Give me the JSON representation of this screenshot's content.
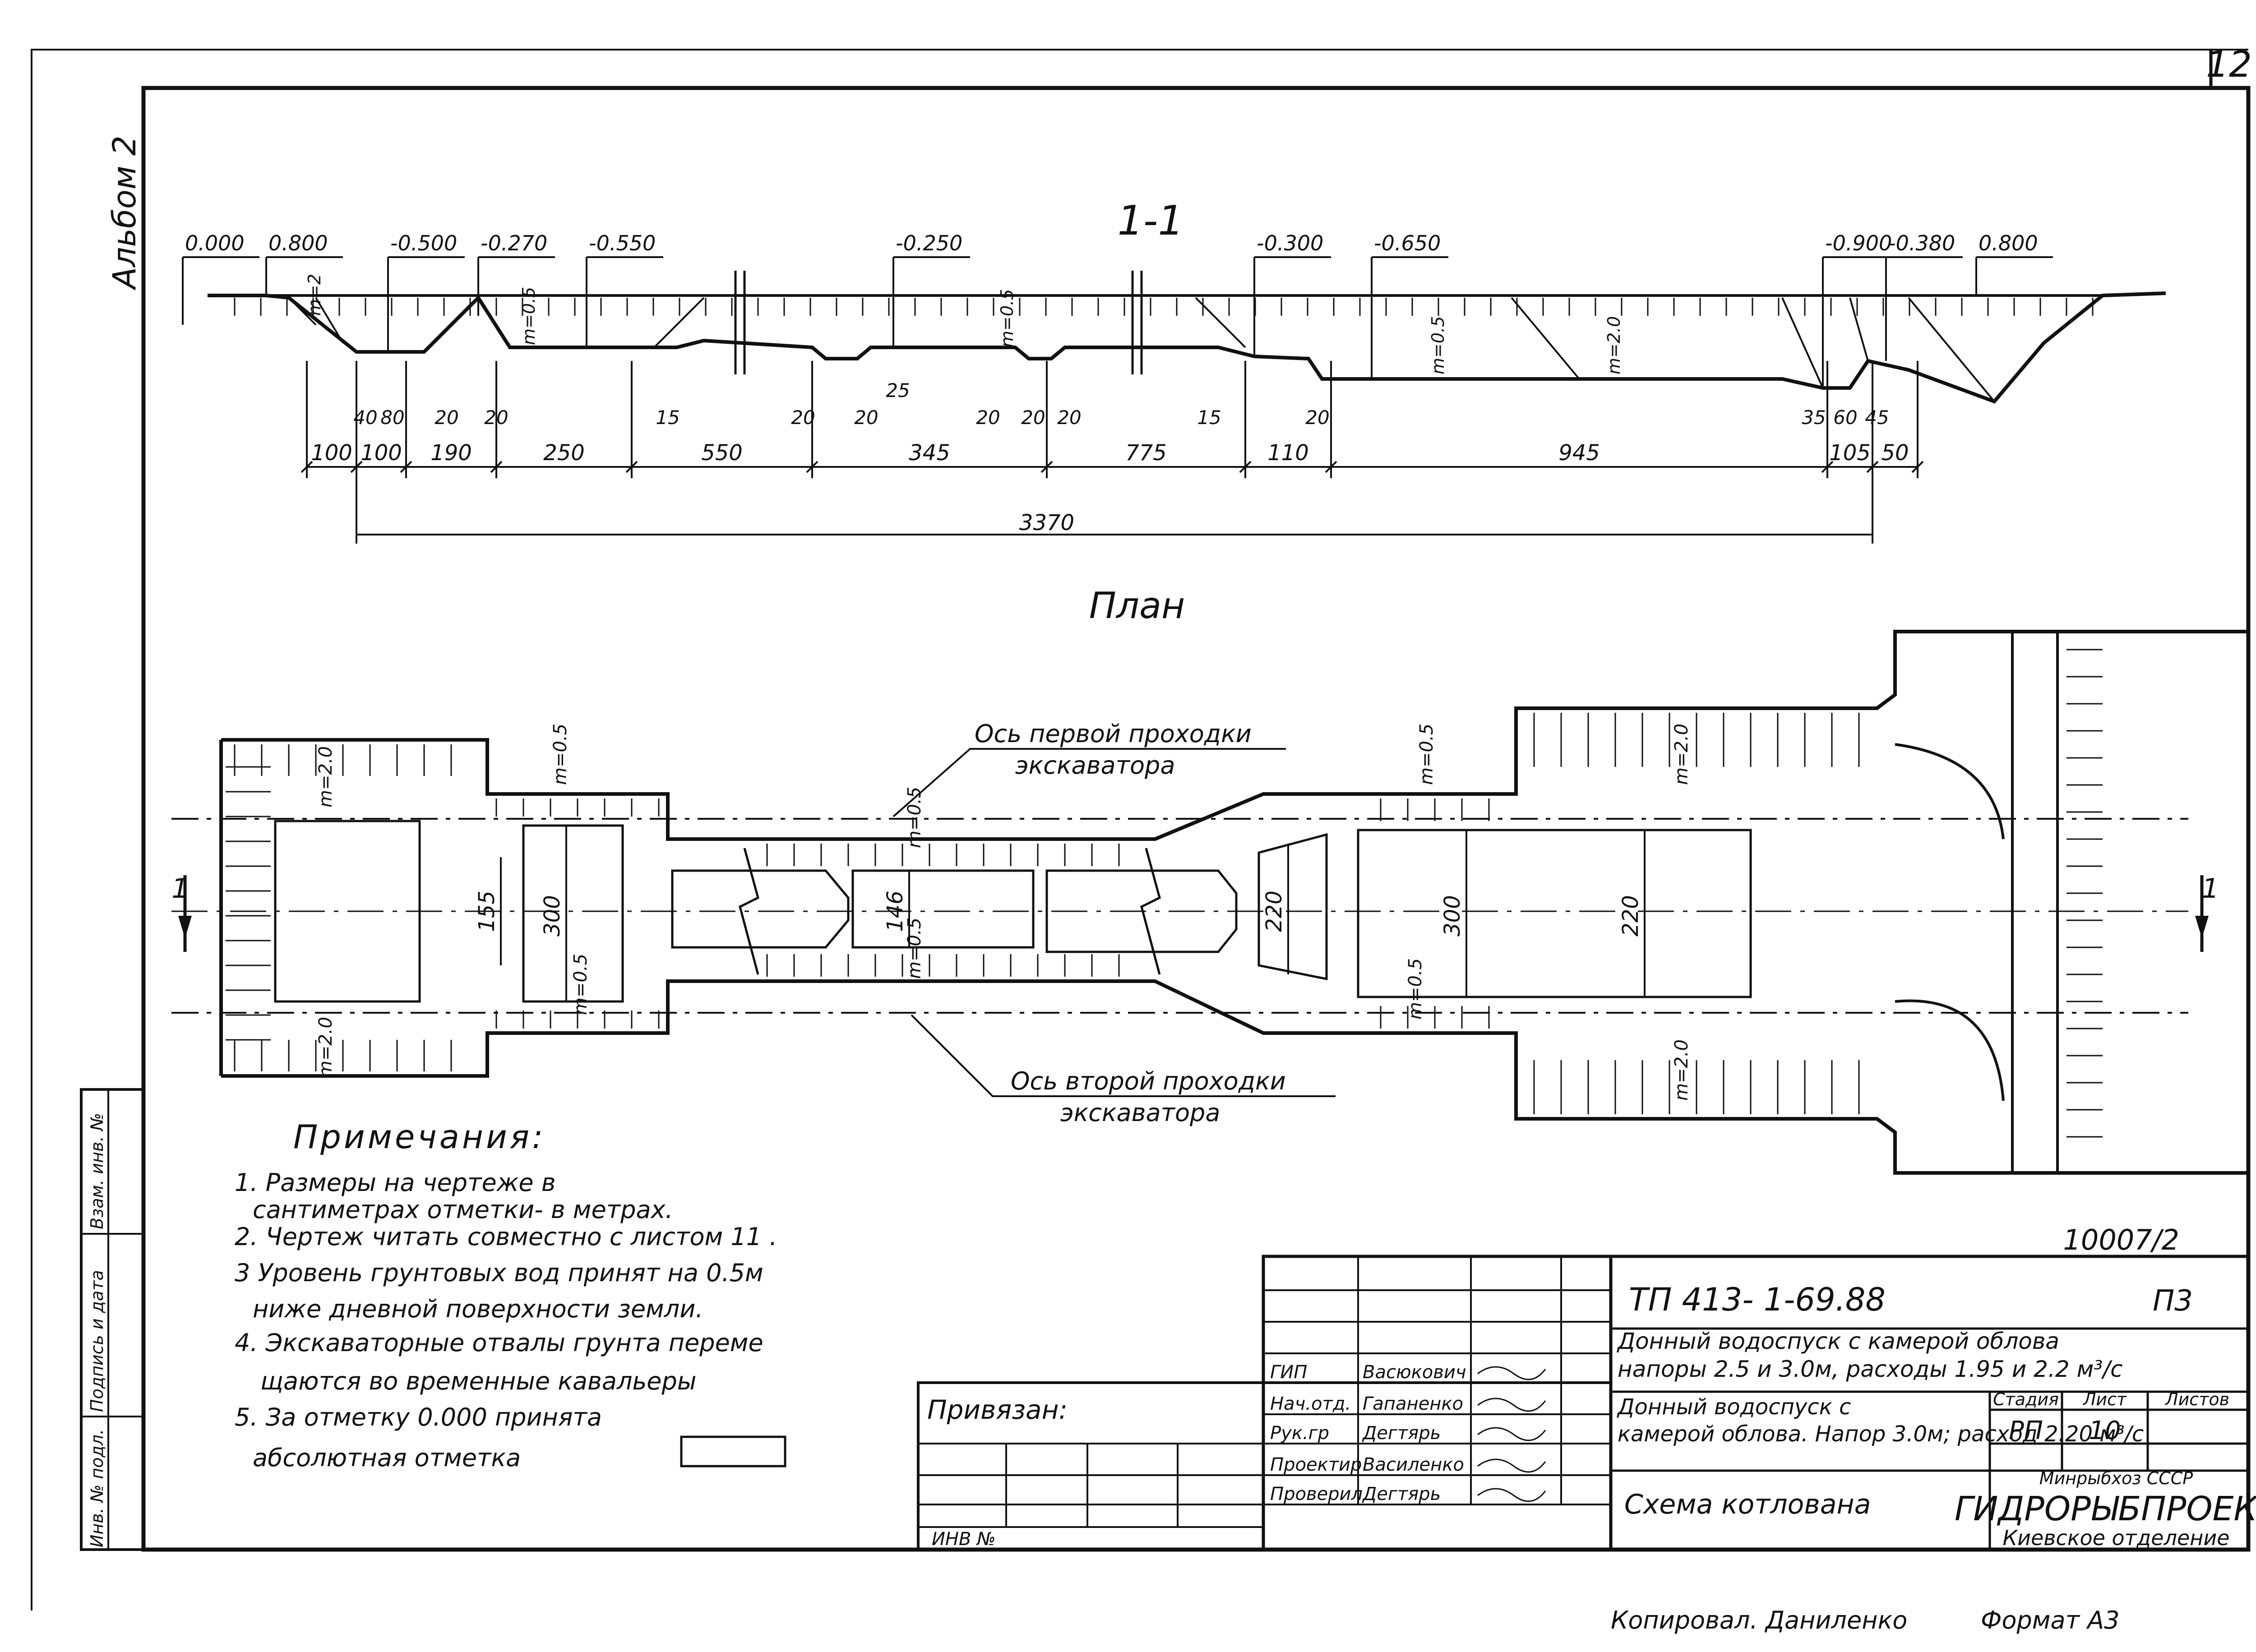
{
  "sheet": {
    "page_number": "12",
    "album_label": "Альбом 2",
    "drawing_code": "10007/2",
    "copied_by": "Копировал. Даниленко",
    "format": "Формат А3"
  },
  "section": {
    "title": "1-1",
    "elevations": [
      "0.000",
      "0.800",
      "-0.500",
      "-0.270",
      "-0.550",
      "-0.250",
      "-0.300",
      "-0.650",
      "-0.900",
      "-0.380",
      "0.800"
    ],
    "slopes": [
      "m=2",
      "m=0.5",
      "m=0.5",
      "m=0.5",
      "m=2.0"
    ],
    "small_dims": [
      "40",
      "80",
      "20",
      "20",
      "15",
      "20",
      "20",
      "25",
      "20",
      "20",
      "20",
      "15",
      "20",
      "35",
      "60",
      "45"
    ],
    "dims": [
      "100",
      "100",
      "190",
      "250",
      "550",
      "345",
      "775",
      "110",
      "945",
      "105",
      "50"
    ],
    "total": "3370"
  },
  "plan": {
    "title": "План",
    "axis_1": "Ось первой проходки экскаватора",
    "axis_2": "Ось второй проходки экскаватора",
    "dims": [
      "155",
      "300",
      "146",
      "220",
      "300",
      "220"
    ],
    "slopes": [
      "m=2.0",
      "m=2.0",
      "m=0.5",
      "m=0.5",
      "m=0.5",
      "m=0.5",
      "m=0.5",
      "m=0.5",
      "m=2.0",
      "m=2.0"
    ],
    "section_mark": "1"
  },
  "notes": {
    "title": "Примечания:",
    "items": [
      "1. Размеры на чертеже в сантиметрах отметки- в метрах.",
      "2. Чертеж читать совместно с листом 11 .",
      "3 Уровень грунтовых вод принят на 0.5м ниже дневной поверхности земли.",
      "4. Экскаваторные отвалы грунта переме- щаются во временные кавальеры",
      "5. За отметку 0.000 принята абсолютная отметка"
    ]
  },
  "side_stamp": [
    "Инв. № подл.",
    "Подпись и дата",
    "Взам. инв. №"
  ],
  "title_block": {
    "attached": "Привязан:",
    "inv_no": "ИНВ №",
    "doc_code": "ТП 413- 1-69.88",
    "sheet_code": "П3",
    "object_title": "Донный водоспуск с камерой облова напоры 2.5 и 3.0м, расходы 1.95 и 2.2 м³/с",
    "drawing_title": "Донный водоспуск с камерой облова. Напор 3.0м; расход 2.20 м³/с",
    "sheet_name": "Схема котлована",
    "stage_label": "Стадия",
    "stage": "РП",
    "sheet_label": "Лист",
    "sheet": "10",
    "sheets_label": "Листов",
    "sheets": "",
    "org_ministry": "Минрыбхоз СССР",
    "org": "ГИДРОРЫБПРОЕКТ",
    "org_branch": "Киевское отделение",
    "roles": [
      {
        "role": "ГИП",
        "name": "Васюкович"
      },
      {
        "role": "Нач.отд.",
        "name": "Гапаненко"
      },
      {
        "role": "Рук.гр",
        "name": "Дегтярь"
      },
      {
        "role": "Проектир",
        "name": "Василенко"
      },
      {
        "role": "Проверил",
        "name": "Дегтярь"
      }
    ]
  }
}
